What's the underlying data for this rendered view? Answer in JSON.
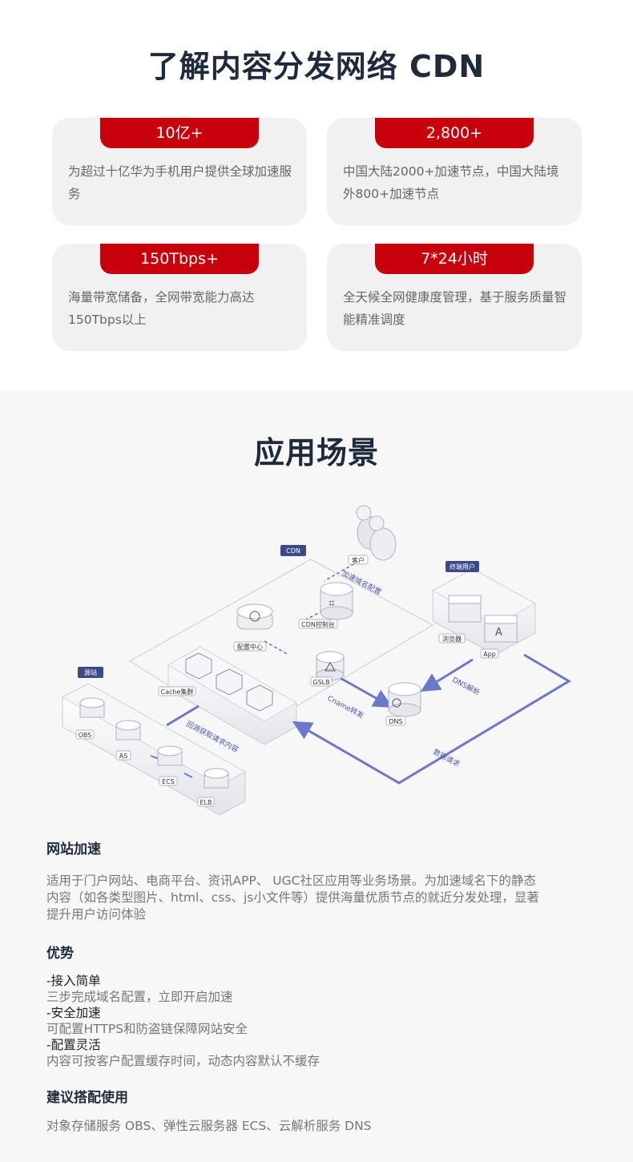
{
  "intro": {
    "title": "了解内容分发网络 CDN",
    "cards": [
      {
        "badge": "10亿+",
        "desc": "为超过十亿华为手机用户提供全球加速服务"
      },
      {
        "badge": "2,800+",
        "desc": "中国大陆2000+加速节点，中国大陆境外800+加速节点"
      },
      {
        "badge": "150Tbps+",
        "desc": "海量带宽储备，全网带宽能力高达150Tbps以上"
      },
      {
        "badge": "7*24小时",
        "desc": "全天候全网健康度管理，基于服务质量智能精准调度"
      }
    ]
  },
  "scenario": {
    "title": "应用场景",
    "diagram": {
      "cdn_tag": "CDN",
      "source_tag": "源站",
      "end_user_tag": "终端用户",
      "customer": "客户",
      "cdn_console": "CDN控制台",
      "config_center": "配置中心",
      "cache_cluster": "Cache集群",
      "gslb": "GSLB",
      "dns": "DNS",
      "browser": "浏览器",
      "app": "App",
      "obs": "OBS",
      "as": "AS",
      "ecs": "ECS",
      "elb": "ELB",
      "flow_domain_config": "加速域名配置",
      "flow_dns_resolve": "DNS解析",
      "flow_cname": "Cname转发",
      "flow_back_to_origin": "回源获取请求内容",
      "flow_data_request": "数据请求"
    },
    "site_accel": {
      "heading": "网站加速",
      "desc_lines": [
        "适用于门户网站、电商平台、资讯APP、 UGC社区应用等业务场景。为加速域名下的静态",
        "内容（如各类型图片、html、css、js小文件等）提供海量优质节点的就近分发处理，显著",
        "提升用户访问体验"
      ]
    },
    "advantage": {
      "heading": "优势",
      "items": [
        {
          "title": "-接入简单",
          "desc": "三步完成域名配置，立即开启加速"
        },
        {
          "title": "-安全加速",
          "desc": "可配置HTTPS和防盗链保障网站安全"
        },
        {
          "title": "-配置灵活",
          "desc": "内容可按客户配置缓存时间，动态内容默认不缓存"
        }
      ]
    },
    "recommend": {
      "heading": "建议搭配使用",
      "desc": "对象存储服务 OBS、弹性云服务器 ECS、云解析服务 DNS"
    }
  }
}
